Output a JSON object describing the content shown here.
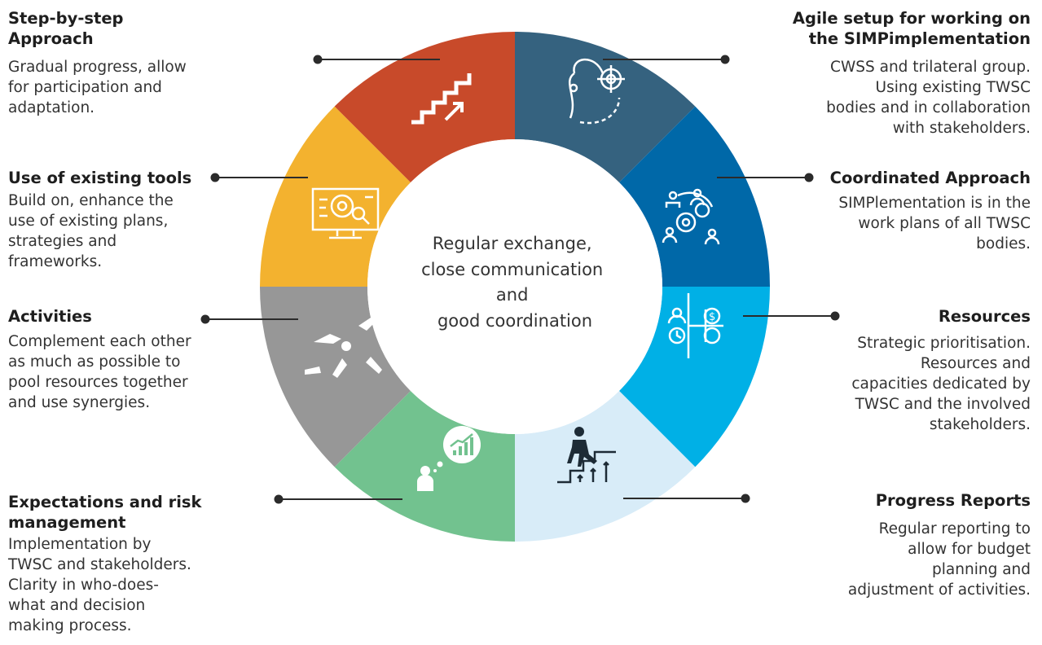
{
  "center": {
    "lines": [
      "Regular exchange,",
      "close communication",
      "and",
      "good coordination"
    ]
  },
  "segments": [
    {
      "key": "step",
      "color": "#c84a2a",
      "icon": "stairs-arrow-icon"
    },
    {
      "key": "agile",
      "color": "#35627f",
      "icon": "target-path-icon"
    },
    {
      "key": "coordinated",
      "color": "#0068a8",
      "icon": "gears-people-icon"
    },
    {
      "key": "resources",
      "color": "#00b0e6",
      "icon": "resources-grid-icon"
    },
    {
      "key": "progress",
      "color": "#d8ecf8",
      "icon": "person-climbing-icon"
    },
    {
      "key": "expectations",
      "color": "#72c28f",
      "icon": "person-chart-icon"
    },
    {
      "key": "activities",
      "color": "#979797",
      "icon": "hands-together-icon"
    },
    {
      "key": "tools",
      "color": "#f3b22f",
      "icon": "monitor-gear-icon"
    }
  ],
  "blocks": {
    "step": {
      "title": "Step-by-step\nApproach",
      "text": "Gradual progress, allow\nfor participation and\nadaptation."
    },
    "tools": {
      "title": "Use of existing tools",
      "text": "Build on, enhance the\nuse of existing plans,\nstrategies and\nframeworks."
    },
    "activities": {
      "title": "Activities",
      "text": "Complement each other\nas much as possible to\npool resources together\nand use synergies."
    },
    "expectations": {
      "title": "Expectations and risk\nmanagement",
      "text": "Implementation by\nTWSC and stakeholders.\nClarity in who-does-\nwhat and decision\nmaking process."
    },
    "agile": {
      "title": "Agile setup for working on\nthe SIMPimplementation",
      "text": "CWSS and trilateral group.\nUsing existing TWSC\nbodies and in collaboration\nwith stakeholders."
    },
    "coordinated": {
      "title": "Coordinated Approach",
      "text": "SIMPlementation is in the\nwork plans of all TWSC\nbodies."
    },
    "resources": {
      "title": "Resources",
      "text": "Strategic prioritisation.\nResources and\ncapacities  dedicated by\nTWSC and the involved\nstakeholders."
    },
    "progress": {
      "title": "Progress Reports",
      "text": "Regular reporting to\nallow for budget\nplanning and\nadjustment of activities."
    }
  }
}
